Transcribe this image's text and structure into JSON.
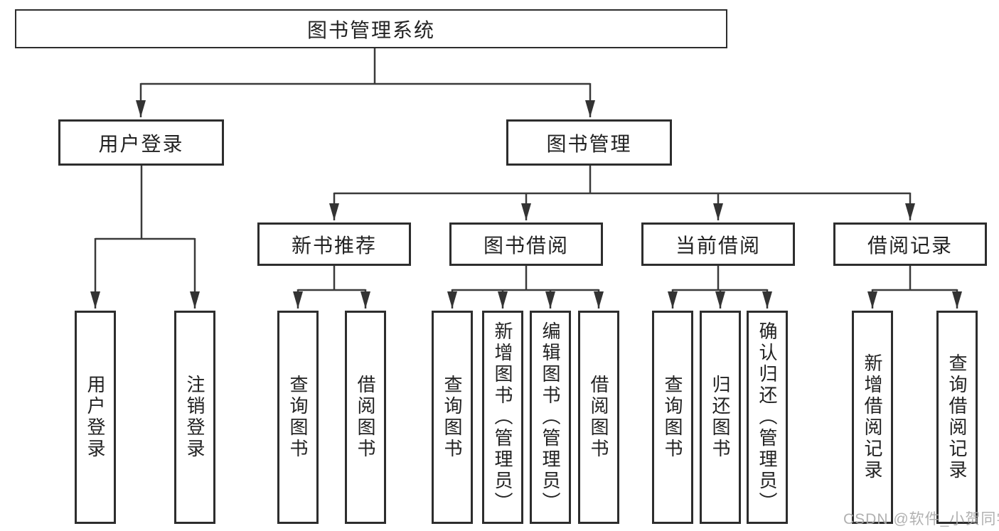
{
  "diagram": {
    "title": "图书管理系统",
    "level2": [
      "用户登录",
      "图书管理"
    ],
    "level3": [
      "新书推荐",
      "图书借阅",
      "当前借阅",
      "借阅记录"
    ],
    "leaves": {
      "user_login": [
        "用户登录",
        "注销登录"
      ],
      "new_book": [
        "查询图书",
        "借阅图书"
      ],
      "book_borrow": [
        "查询图书",
        "新增图书（管理员）",
        "编辑图书（管理员）",
        "借阅图书"
      ],
      "current_borrow": [
        "查询图书",
        "归还图书",
        "确认归还（管理员）"
      ],
      "borrow_records": [
        "新增借阅记录",
        "查询借阅记录"
      ]
    },
    "watermark": "CSDN @软件_小贺同学",
    "colors": {
      "line": "#3a3a3a",
      "border": "#2d2d2d",
      "text": "#222222",
      "watermark": "#a8a8a8"
    }
  }
}
